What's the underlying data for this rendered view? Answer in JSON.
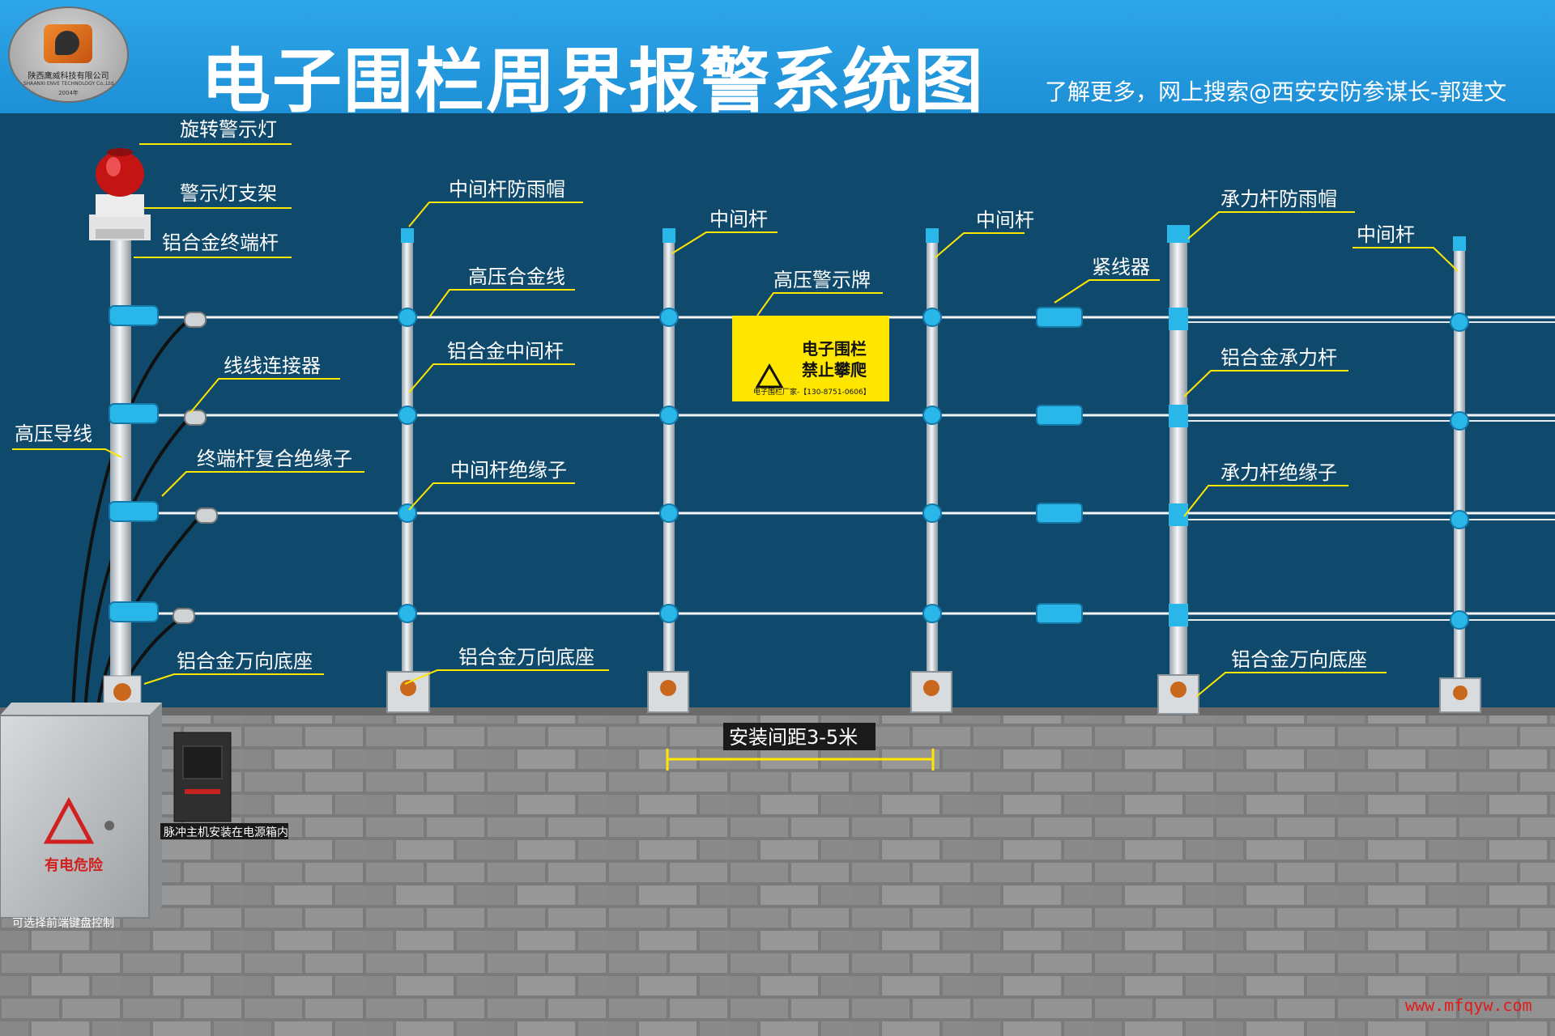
{
  "logo": {
    "company": "陕西鹰威科技有限公司",
    "company_en": "SHAANXI ENVE TECHNOLOGY Co.,Ltd",
    "year": "2004年"
  },
  "header": {
    "title": "电子围栏周界报警系统图",
    "subtitle": "了解更多，网上搜索@西安安防参谋长-郭建文"
  },
  "labels": {
    "beacon": "旋转警示灯",
    "beacon_bracket": "警示灯支架",
    "terminal_post": "铝合金终端杆",
    "connector": "线线连接器",
    "hv_lead": "高压导线",
    "terminal_insulator": "终端杆复合绝缘子",
    "base_left": "铝合金万向底座",
    "mid_cap": "中间杆防雨帽",
    "hv_wire": "高压合金线",
    "mid_post_al": "铝合金中间杆",
    "mid_insulator": "中间杆绝缘子",
    "base_mid": "铝合金万向底座",
    "mid_post_1": "中间杆",
    "warn_sign": "高压警示牌",
    "mid_post_2": "中间杆",
    "tensioner": "紧线器",
    "strain_cap": "承力杆防雨帽",
    "strain_post": "铝合金承力杆",
    "strain_insulator": "承力杆绝缘子",
    "base_right": "铝合金万向底座",
    "mid_post_3": "中间杆"
  },
  "sign": {
    "line1": "电子围栏",
    "line2": "禁止攀爬",
    "footer": "电子围栏厂家-【130-8751-0606】"
  },
  "spacing_label": "安装间距3-5米",
  "power_box": {
    "danger_text": "有电危险",
    "caption": "可选择前端键盘控制"
  },
  "pulse_host_caption": "脉冲主机安装在电源箱内",
  "brand_url": "www.mfqyw.com",
  "colors": {
    "background": "#0f4a6c",
    "header": "#2ea6e8",
    "insulator": "#29b6e8",
    "sign_yellow": "#ffe600",
    "brand_red": "#e01b1b"
  }
}
